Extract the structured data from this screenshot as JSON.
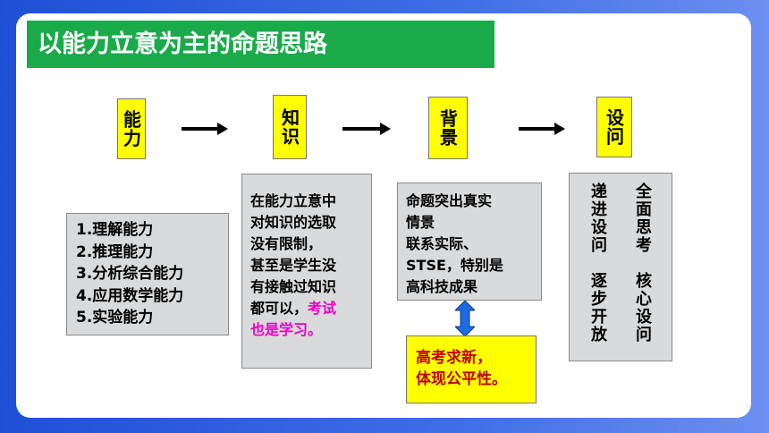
{
  "title": "以能力立意为主的命题思路",
  "flow": [
    "能力",
    "知识",
    "背景",
    "设问"
  ],
  "ability_list": [
    "1.理解能力",
    "2.推理能力",
    "3.分析综合能力",
    "4.应用数学能力",
    "5.实验能力"
  ],
  "knowledge": {
    "lines": [
      "在能力立意中",
      "对知识的选取",
      "没有限制，",
      "甚至是学生没",
      "有接触过知识",
      "都可以，"
    ],
    "highlight_inline": "考试",
    "highlight_line": "也是学习。"
  },
  "background": [
    "命题突出真实",
    "情景",
    "联系实际、",
    "STSE，特别是",
    "高科技成果"
  ],
  "question": {
    "col_right": "全面思考　核心设问",
    "col_left": "递进设问　逐步开放"
  },
  "note": [
    "高考求新，",
    "体现公平性。"
  ],
  "colors": {
    "title_bg": "#1aaa4a",
    "yellow": "#ffff00",
    "pink": "#e800c8",
    "note_text": "#c00000",
    "arrow_blue": "#1e6ae0"
  }
}
